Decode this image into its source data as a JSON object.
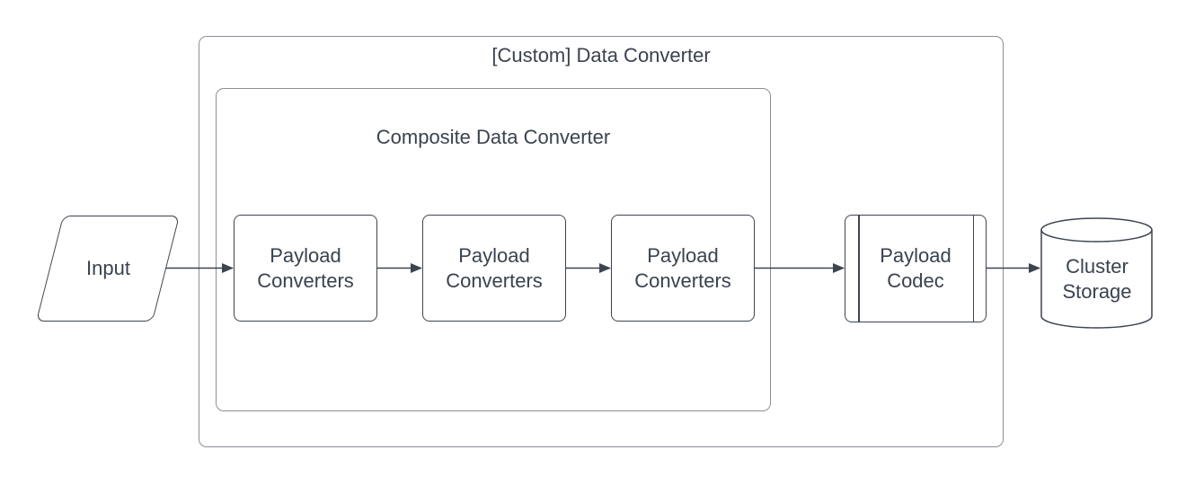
{
  "diagram": {
    "outer_container": {
      "label": "[Custom] Data Converter"
    },
    "inner_container": {
      "label": "Composite Data Converter"
    },
    "nodes": {
      "input": {
        "label": "Input",
        "shape": "parallelogram"
      },
      "payload_converters": [
        {
          "line1": "Payload",
          "line2": "Converters"
        },
        {
          "line1": "Payload",
          "line2": "Converters"
        },
        {
          "line1": "Payload",
          "line2": "Converters"
        }
      ],
      "payload_codec": {
        "line1": "Payload",
        "line2": "Codec",
        "shape": "predefined-process"
      },
      "cluster_storage": {
        "line1": "Cluster",
        "line2": "Storage",
        "shape": "cylinder"
      }
    },
    "flow": [
      "Input",
      "Payload Converters",
      "Payload Converters",
      "Payload Converters",
      "Payload Codec",
      "Cluster Storage"
    ],
    "colors": {
      "shape_stroke": "#3d4450",
      "container_stroke": "#8a9099",
      "text": "#3a4250",
      "background": "#ffffff"
    }
  }
}
